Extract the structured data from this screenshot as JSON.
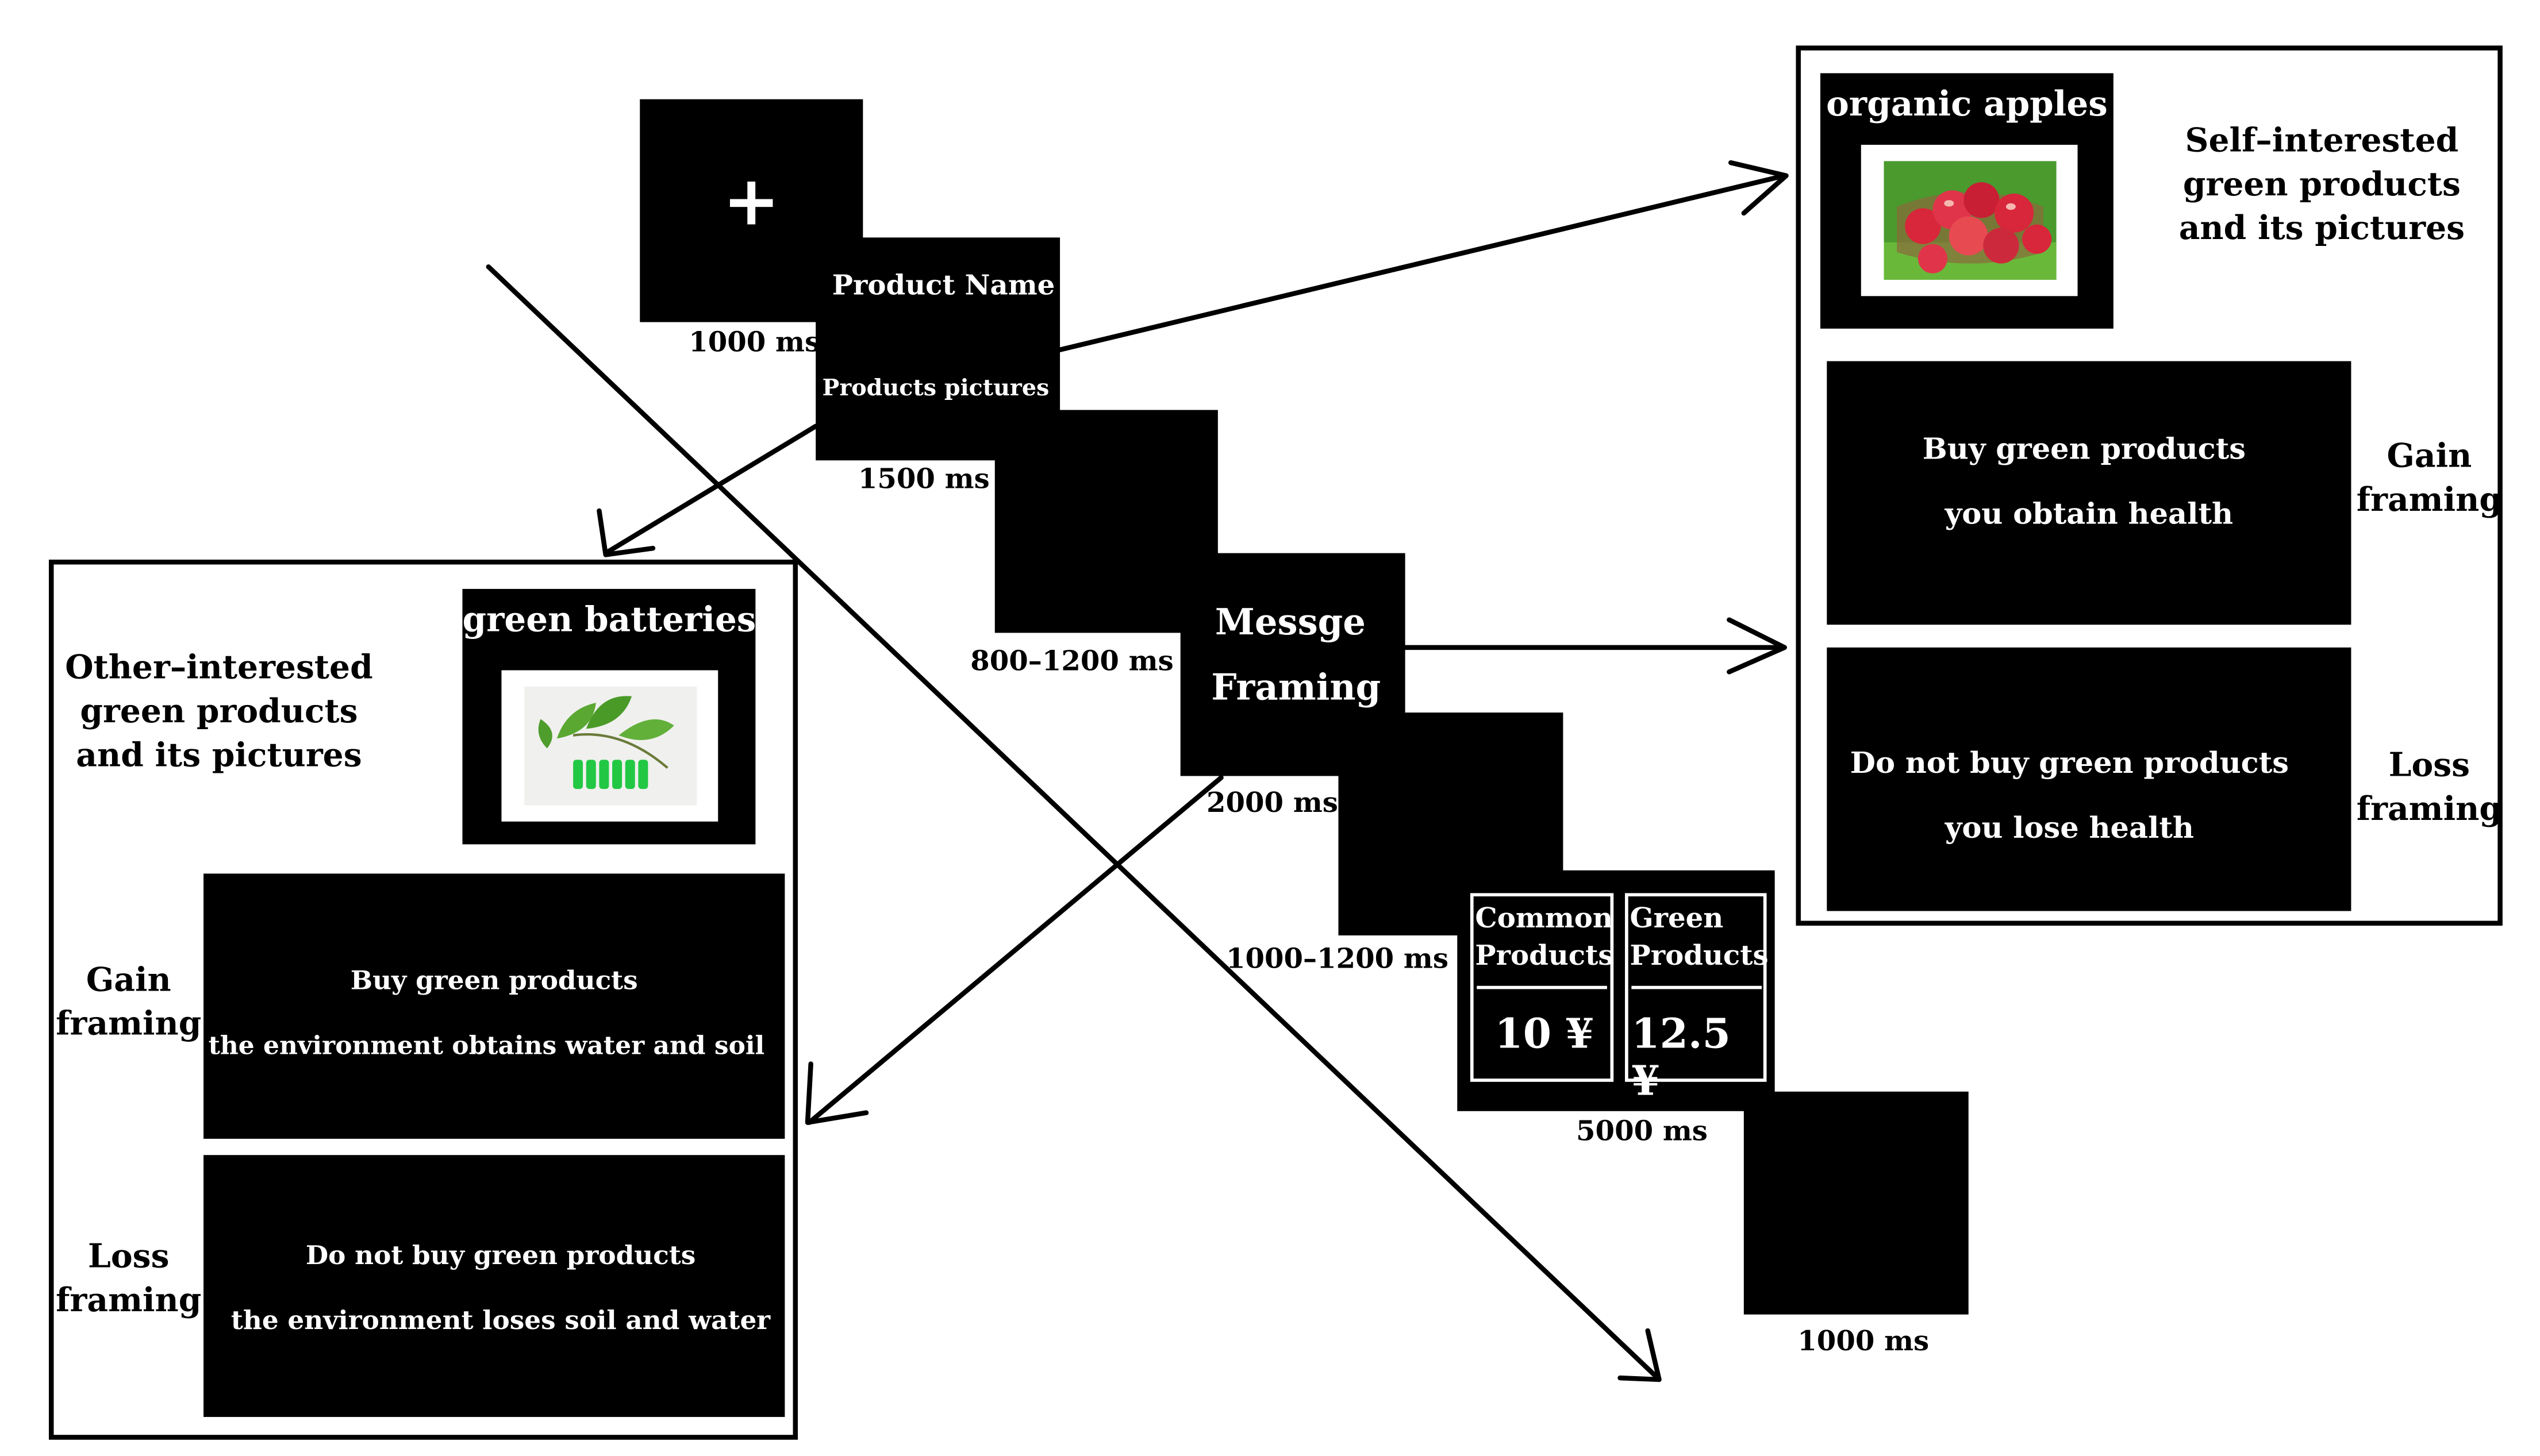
{
  "sequence": {
    "fixation": {
      "symbol": "+",
      "duration": "1000 ms"
    },
    "product": {
      "name_label": "Product Name",
      "picture_label": "Products pictures",
      "duration": "1500 ms"
    },
    "blank1": {
      "duration": "800–1200 ms"
    },
    "message": {
      "line1": "Messge",
      "line2": "Framing",
      "duration": "2000 ms"
    },
    "blank2": {
      "duration": "1000–1200 ms"
    },
    "choice": {
      "common": {
        "line1": "Common",
        "line2": "Products",
        "price": "10 ¥"
      },
      "green": {
        "line1": "Green",
        "line2": "Products",
        "price": "12.5 ¥"
      },
      "duration": "5000 ms"
    },
    "blank3": {
      "duration": "1000 ms"
    }
  },
  "self_panel": {
    "product_title": "organic apples",
    "caption": [
      "Self–interested",
      "green products",
      "and its pictures"
    ],
    "gain": {
      "line1": "Buy green products",
      "line2": "you obtain health",
      "label": [
        "Gain",
        "framing"
      ]
    },
    "loss": {
      "line1": "Do not buy green products",
      "line2": "you lose health",
      "label": [
        "Loss",
        "framing"
      ]
    }
  },
  "other_panel": {
    "product_title": "green batteries",
    "caption": [
      "Other–interested",
      "green products",
      "and its pictures"
    ],
    "gain": {
      "line1": "Buy green  products",
      "line2": "the environment obtains water and soil",
      "label": [
        "Gain",
        "framing"
      ]
    },
    "loss": {
      "line1": "Do not buy green products",
      "line2": "the environment loses soil and water",
      "label": [
        "Loss",
        "framing"
      ]
    }
  },
  "colors": {
    "screen": "#000000",
    "text_on_screen": "#ffffff",
    "apple_red": "#d8263a",
    "leaf_green": "#5aa832",
    "battery_green": "#22c844"
  }
}
